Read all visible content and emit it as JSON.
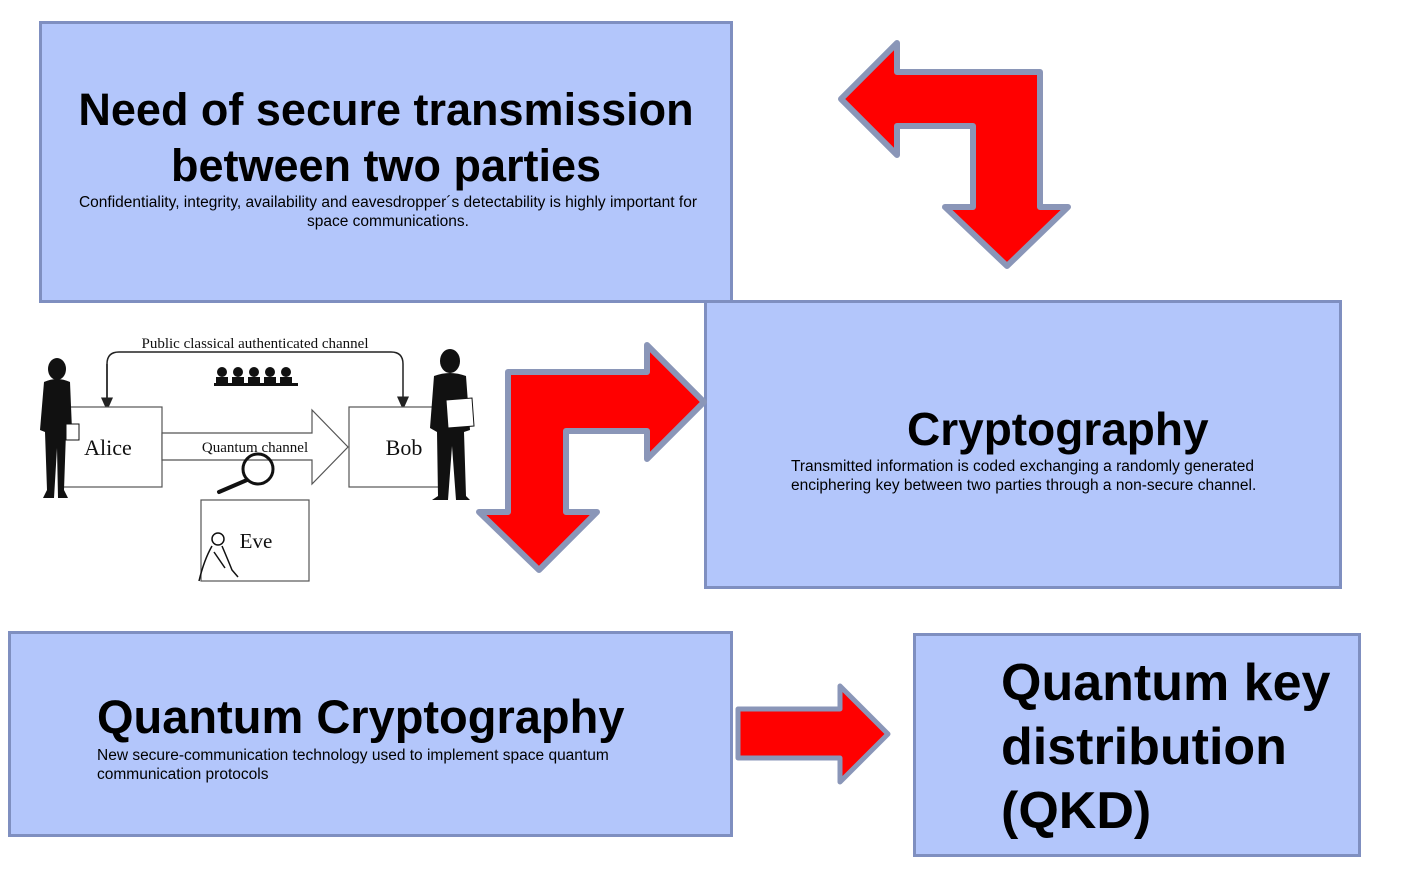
{
  "boxes": {
    "need": {
      "title_line1": "Need of secure transmission",
      "title_line2": "between two parties",
      "desc_line1": "Confidentiality, integrity, availability and eavesdropper´s detectability is highly important for",
      "desc_line2": "space communications."
    },
    "cryptography": {
      "title": "Cryptography",
      "desc_line1": "Transmitted information is coded exchanging a randomly generated",
      "desc_line2": "enciphering key between two parties through a non-secure channel."
    },
    "quantum_cryptography": {
      "title": "Quantum Cryptography",
      "desc_line1": "New secure-communication  technology used to implement  space quantum",
      "desc_line2": "communication protocols"
    },
    "qkd": {
      "title_line1": "Quantum key",
      "title_line2": "distribution",
      "title_line3": "(QKD)"
    }
  },
  "illustration": {
    "public_channel": "Public classical authenticated channel",
    "alice": "Alice",
    "bob": "Bob",
    "quantum_channel": "Quantum channel",
    "eve": "Eve"
  },
  "colors": {
    "box_fill": "#b3c6fb",
    "box_border": "#7f8fc0",
    "arrow_fill": "#ff0000",
    "arrow_border": "#8a96b8"
  }
}
